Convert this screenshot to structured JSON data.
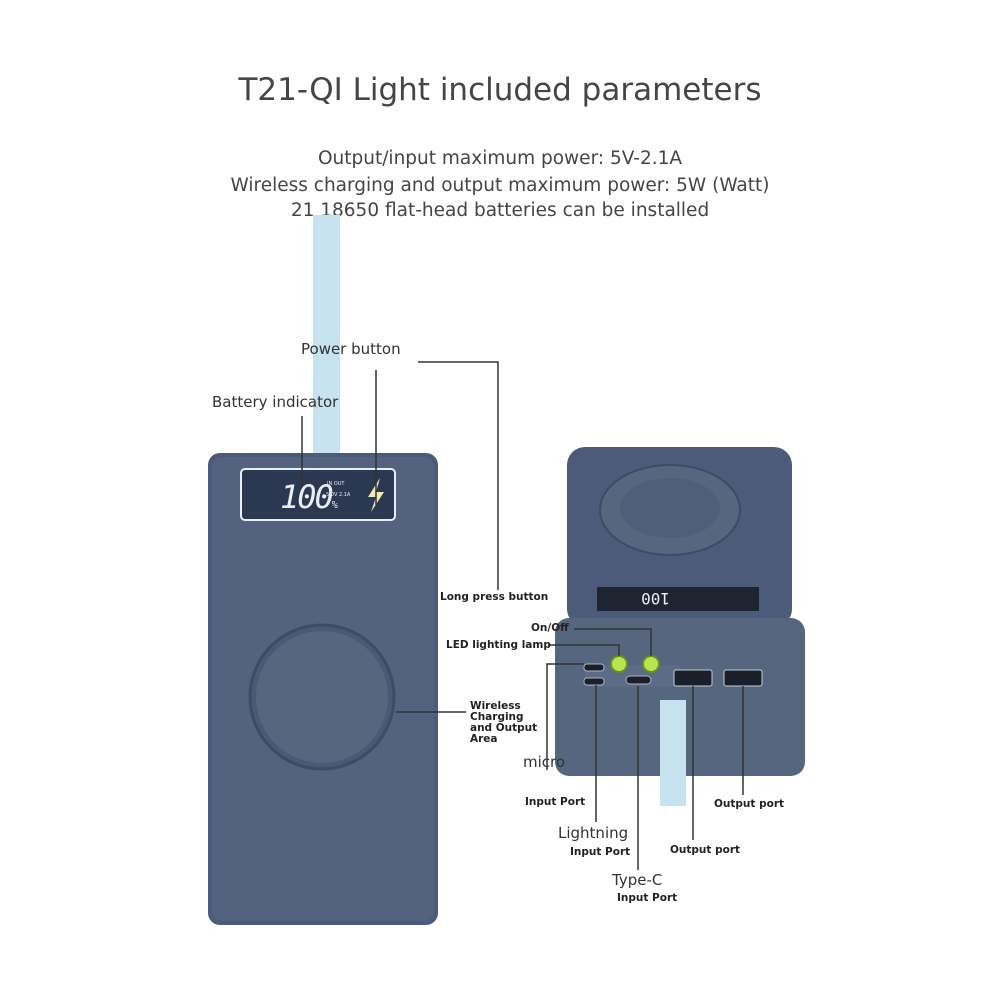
{
  "title": "T21-QI Light included parameters",
  "specs": [
    "Output/input maximum power: 5V-2.1A",
    "Wireless charging and output maximum power: 5W (Watt)",
    "21 18650 flat-head batteries can be installed"
  ],
  "display": {
    "percent": "100",
    "unit": "%",
    "io": "IN OUT",
    "rating": "5.0V 2.1A"
  },
  "labels": {
    "power_button": "Power button",
    "battery_indicator": "Battery indicator",
    "long_press": "Long press button",
    "on_off": "On/Off",
    "led_lamp": "LED lighting lamp",
    "wireless": [
      "Wireless",
      "Charging",
      "and Output",
      "Area"
    ],
    "micro": "micro",
    "micro_sub": "Input Port",
    "lightning": "Lightning",
    "lightning_sub": "Input Port",
    "typec": "Type-C",
    "typec_sub": "Input Port",
    "output1": "Output port",
    "output2": "Output port"
  },
  "colors": {
    "body": "#4b5b79",
    "lanyard": "#c6e3ef",
    "led": "#b6e64a"
  }
}
